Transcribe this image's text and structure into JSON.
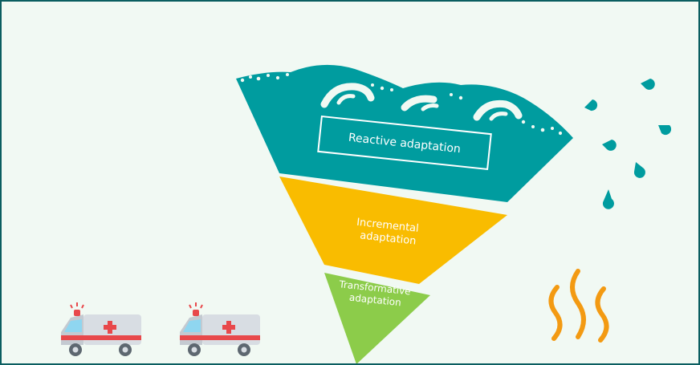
{
  "diagram": {
    "layers": [
      {
        "id": "reactive",
        "label": "Reactive adaptation",
        "color": "#009c9f"
      },
      {
        "id": "incremental",
        "label_lines": [
          "Incremental",
          "adaptation"
        ],
        "color": "#f9bc00"
      },
      {
        "id": "transformative",
        "label_lines": [
          "Transformative",
          "adaptation"
        ],
        "color": "#8ccc4a"
      }
    ],
    "colors": {
      "background": "#f1f9f3",
      "frame": "#0b5e60",
      "wave_crest": "#f1f9f3",
      "droplet": "#009c9f",
      "heat": "#f39a12",
      "ambulance_body": "#d8dde3",
      "ambulance_stripe": "#e8484b",
      "ambulance_window": "#8fd6f0"
    },
    "icons": [
      "wave-icon",
      "water-droplet-icon",
      "heat-wave-icon",
      "ambulance-icon"
    ]
  }
}
